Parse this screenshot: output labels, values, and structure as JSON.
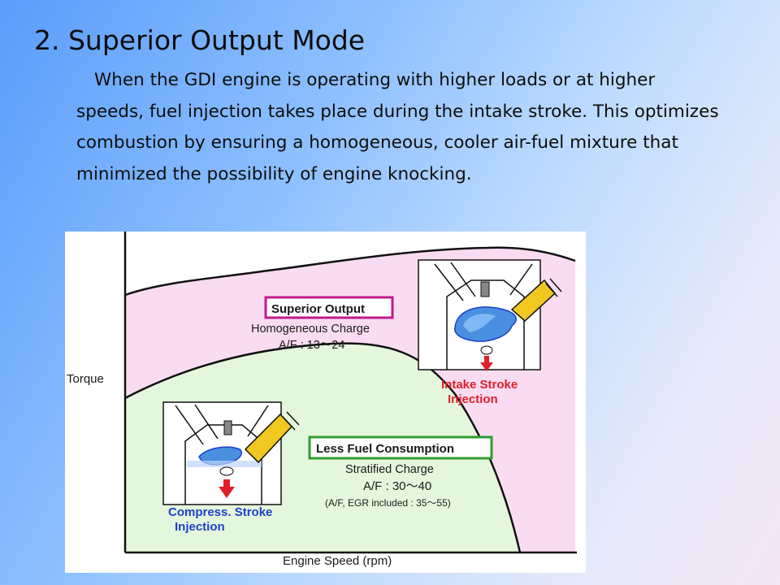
{
  "slide": {
    "title": "2. Superior Output Mode",
    "paragraph": "When the GDI engine is operating with higher loads or at higher speeds, fuel injection takes place during the intake stroke. This optimizes combustion by ensuring a homogeneous, cooler air-fuel mixture that minimized the possibility of engine knocking."
  },
  "diagram": {
    "y_axis_label": "Torque",
    "x_axis_label": "Engine Speed (rpm)",
    "superior_output": {
      "heading": "Superior Output",
      "line1": "Homogeneous Charge",
      "line2": "A/F : 13～24",
      "injection_line1": "Intake Stroke",
      "injection_line2": "Injection"
    },
    "less_fuel": {
      "heading": "Less Fuel Consumption",
      "line1": "Stratified Charge",
      "line2": "A/F : 30～40",
      "line3": "(A/F, EGR included : 35～55)",
      "injection_line1": "Compress. Stroke",
      "injection_line2": "Injection"
    },
    "colors": {
      "upper_region": "#fadcf2",
      "lower_region": "#e4f7dc",
      "box_border_pink": "#c21a8c",
      "box_border_green": "#2e9e2e",
      "arrow_red": "#e0202a",
      "fuel_blue": "#4a8fe0",
      "injector_yellow": "#f0c820"
    }
  }
}
